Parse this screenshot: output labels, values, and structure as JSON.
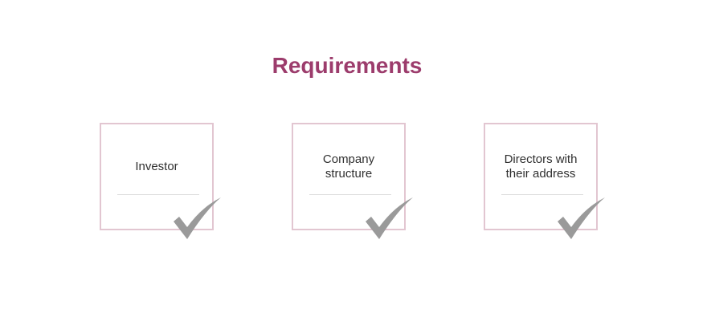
{
  "title": "Requirements",
  "colors": {
    "title": "#9c3c6c",
    "card_border": "#e2c6d1",
    "check": "#9a9a9a",
    "divider": "#dedede"
  },
  "cards": [
    {
      "label": "Investor",
      "checked": true,
      "icon": "checkmark-icon"
    },
    {
      "label": "Company\nstructure",
      "checked": true,
      "icon": "checkmark-icon"
    },
    {
      "label": "Directors with\ntheir address",
      "checked": true,
      "icon": "checkmark-icon"
    }
  ]
}
